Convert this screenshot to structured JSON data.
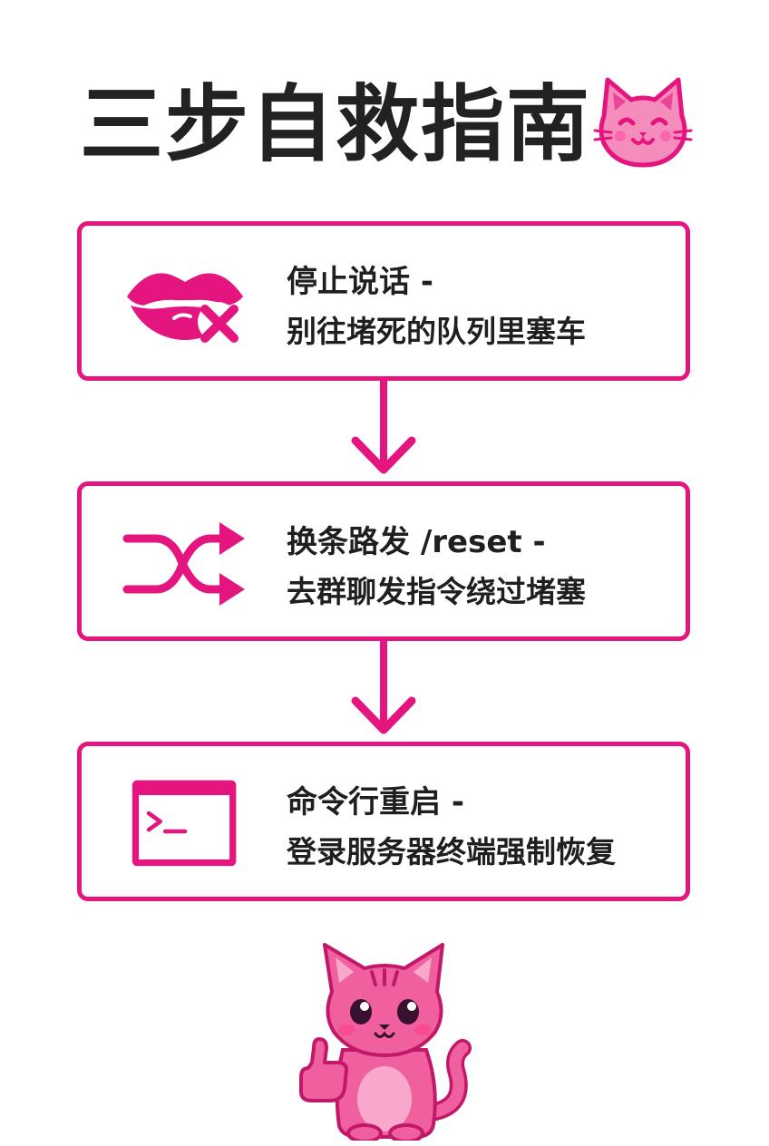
{
  "title": "三步自救指南",
  "steps": [
    {
      "icon": "muted-lips-icon",
      "heading": "停止说话 -",
      "description": "别往堵死的队列里塞车"
    },
    {
      "icon": "shuffle-icon",
      "heading": "换条路发 /reset -",
      "description": "去群聊发指令绕过堵塞"
    },
    {
      "icon": "terminal-icon",
      "heading": "命令行重启 -",
      "description": "登录服务器终端强制恢复"
    }
  ],
  "colors": {
    "accent": "#e5157f",
    "text": "#222222",
    "cat_body": "#f0609e",
    "cat_light": "#f9a8cb"
  }
}
